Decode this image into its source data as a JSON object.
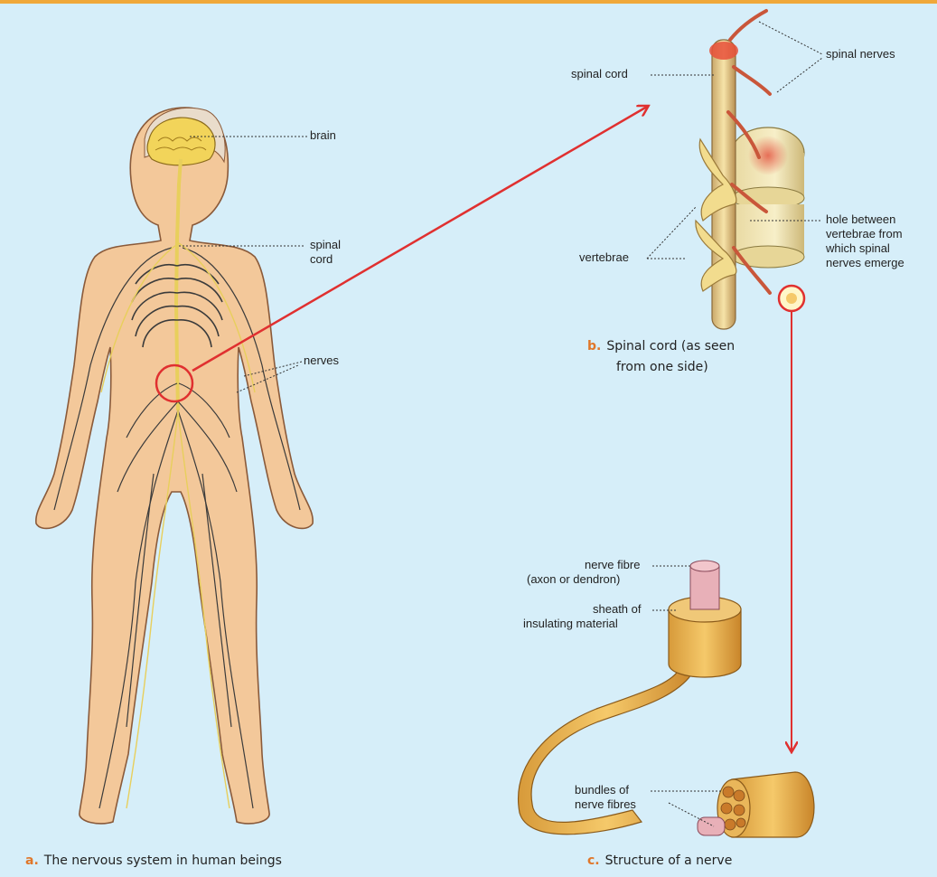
{
  "colors": {
    "background": "#d6eef9",
    "top_rule": "#f0a83a",
    "skin": "#f3c89a",
    "skin_outline": "#8a5a3a",
    "nerve": "#e8cf5c",
    "nerve_dark": "#3b3b3b",
    "pointer": "#e03030",
    "caption_letter": "#e0772a"
  },
  "labels": {
    "brain": "brain",
    "spinal_cord_a": [
      "spinal",
      "cord"
    ],
    "nerves": "nerves",
    "spinal_cord_b": "spinal cord",
    "spinal_nerves": "spinal nerves",
    "vertebrae": "vertebrae",
    "hole": [
      "hole between",
      "vertebrae from",
      "which spinal",
      "nerves emerge"
    ],
    "nerve_fibre": [
      "nerve fibre",
      "(axon or dendron)"
    ],
    "sheath": [
      "sheath of",
      "insulating material"
    ],
    "bundles": [
      "bundles of",
      "nerve fibres"
    ]
  },
  "captions": {
    "a": {
      "letter": "a.",
      "text": "The nervous system in human beings"
    },
    "b": {
      "letter": "b.",
      "line1": "Spinal cord (as seen",
      "line2": "from one side)"
    },
    "c": {
      "letter": "c.",
      "text": "Structure of a nerve"
    }
  },
  "icons": [
    "human-body-figure",
    "spinal-cord-illustration",
    "nerve-structure-illustration",
    "pointer-arrow"
  ]
}
